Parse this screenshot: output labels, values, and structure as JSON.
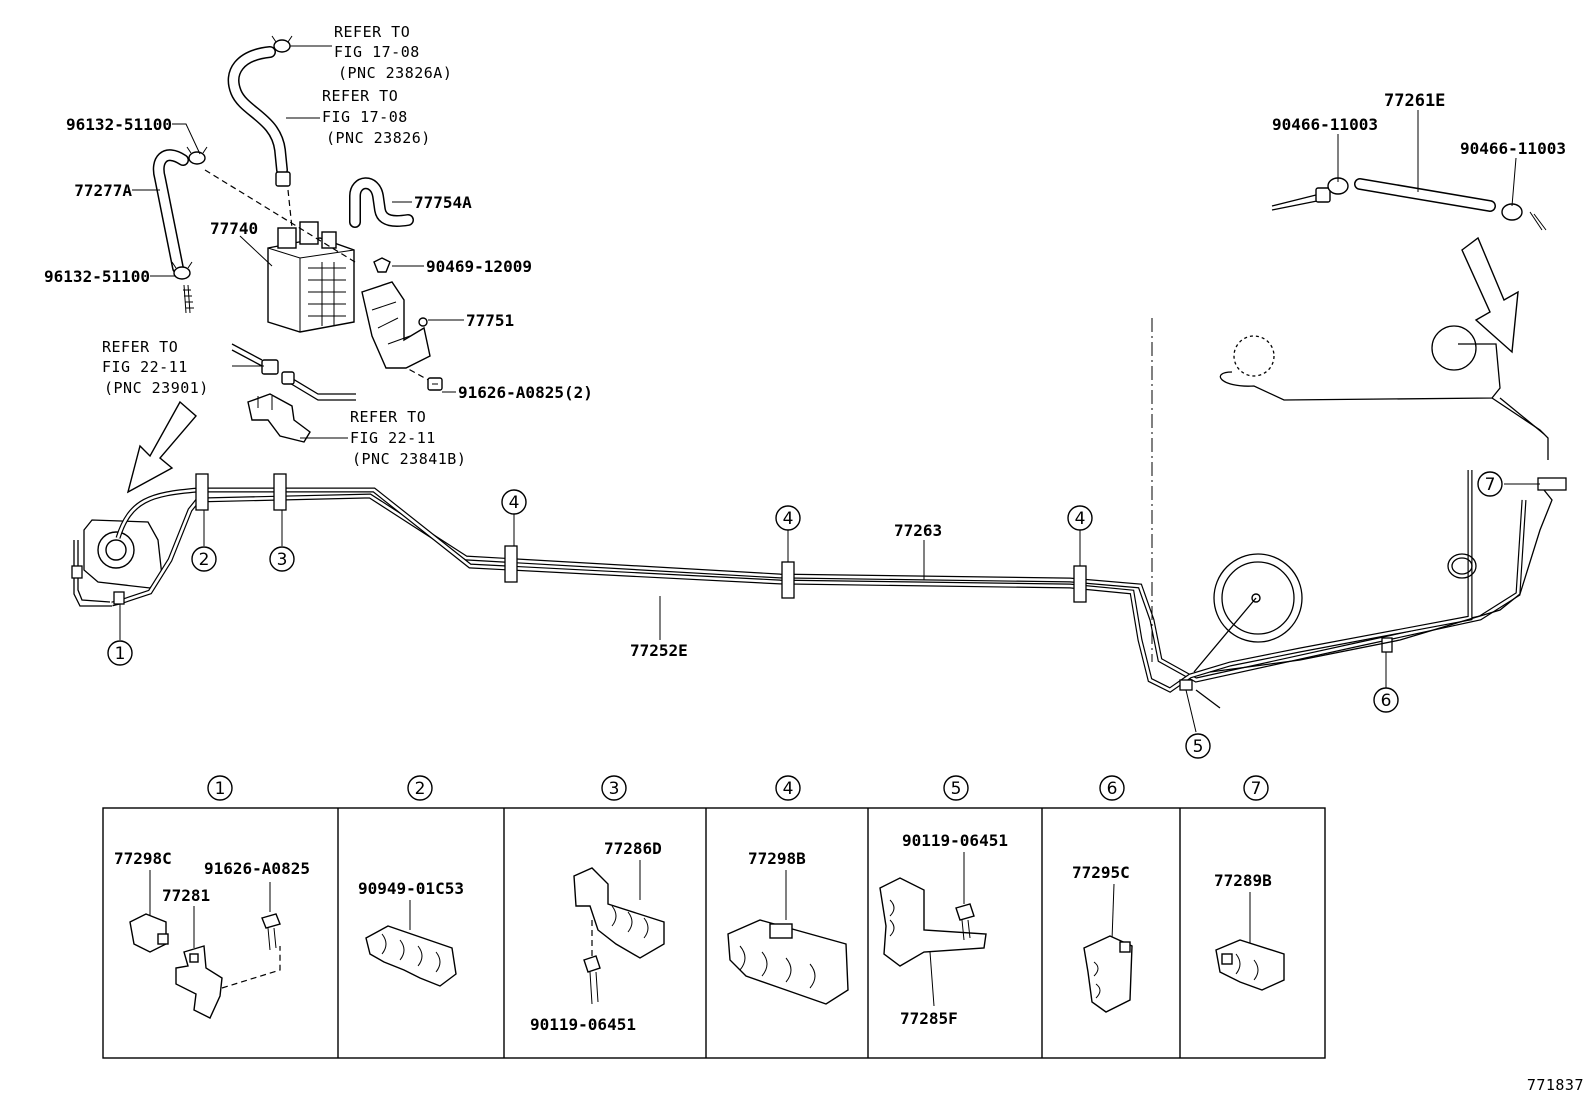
{
  "diagram_id": "771837",
  "parts": {
    "p96132_top": "96132-51100",
    "p96132_bot": "96132-51100",
    "p77277A": "77277A",
    "p77740": "77740",
    "p77754A": "77754A",
    "p90469": "90469-12009",
    "p77751": "77751",
    "p91626": "91626-A0825(2)",
    "p77261E": "77261E",
    "p90466_left": "90466-11003",
    "p90466_right": "90466-11003",
    "p77263": "77263",
    "p77252E": "77252E"
  },
  "refs": {
    "ref1": {
      "line1": "REFER TO",
      "line2": "FIG 17-08",
      "line3": "(PNC 23826A)"
    },
    "ref2": {
      "line1": "REFER TO",
      "line2": "FIG 17-08",
      "line3": "(PNC 23826)"
    },
    "ref3": {
      "line1": "REFER TO",
      "line2": "FIG 22-11",
      "line3": "(PNC 23901)"
    },
    "ref4": {
      "line1": "REFER TO",
      "line2": "FIG 22-11",
      "line3": "(PNC 23841B)"
    }
  },
  "callouts": [
    "1",
    "2",
    "3",
    "4",
    "5",
    "6",
    "7"
  ],
  "detail_panels": [
    {
      "number": "1",
      "labels": [
        "77298C",
        "91626-A0825",
        "77281"
      ]
    },
    {
      "number": "2",
      "labels": [
        "90949-01C53"
      ]
    },
    {
      "number": "3",
      "labels": [
        "77286D",
        "90119-06451"
      ]
    },
    {
      "number": "4",
      "labels": [
        "77298B"
      ]
    },
    {
      "number": "5",
      "labels": [
        "90119-06451",
        "77285F"
      ]
    },
    {
      "number": "6",
      "labels": [
        "77295C"
      ]
    },
    {
      "number": "7",
      "labels": [
        "77289B"
      ]
    }
  ]
}
